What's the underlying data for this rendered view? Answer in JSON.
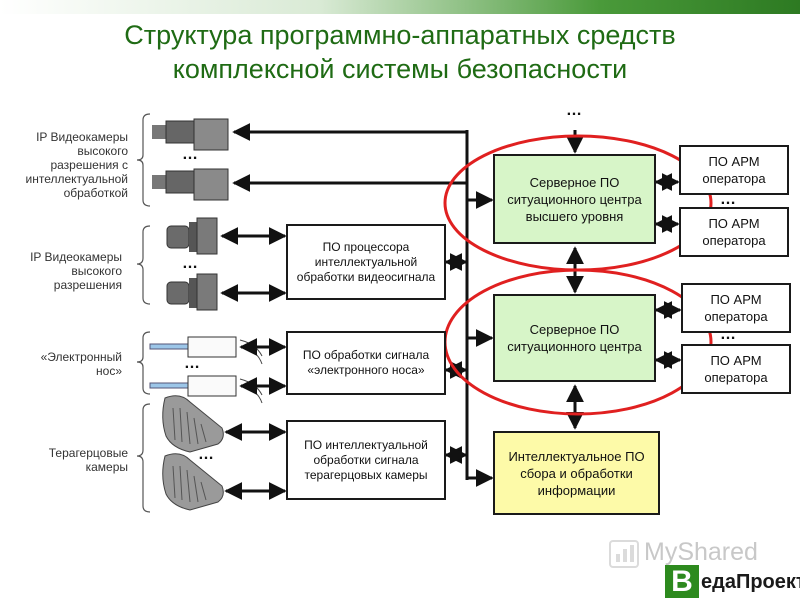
{
  "title_line1": "Структура программно-аппаратных средств",
  "title_line2": "комплексной системы безопасности",
  "groups": {
    "ip_hd_intel": "IP Видеокамеры высокого разрешения с интеллектуальной обработкой",
    "ip_hd": "IP Видеокамеры высокого разрешения",
    "enose": "«Электронный нос»",
    "thz": "Терагерцовые камеры"
  },
  "boxes": {
    "video_proc": "ПО процессора интеллектуальной обработки видеосигнала",
    "enose_proc": "ПО обработки сигнала «электронного носа»",
    "thz_proc": "ПО интеллектуальной обработки сигнала терагерцовых камеры",
    "server_top": "Серверное ПО ситуационного центра высшего уровня",
    "server_mid": "Серверное ПО ситуационного центра",
    "intel_collect": "Интеллектуальное ПО сбора и обработки информации",
    "arm": "ПО АРМ оператора"
  },
  "ellipsis": "…",
  "watermark": "MyShared",
  "logo_letter": "В",
  "logo_text": "едаПроект",
  "colors": {
    "title": "#1f6b14",
    "highlight": "#e02020",
    "server_fill": "#d7f5c8",
    "intel_fill": "#fdfaa8"
  }
}
